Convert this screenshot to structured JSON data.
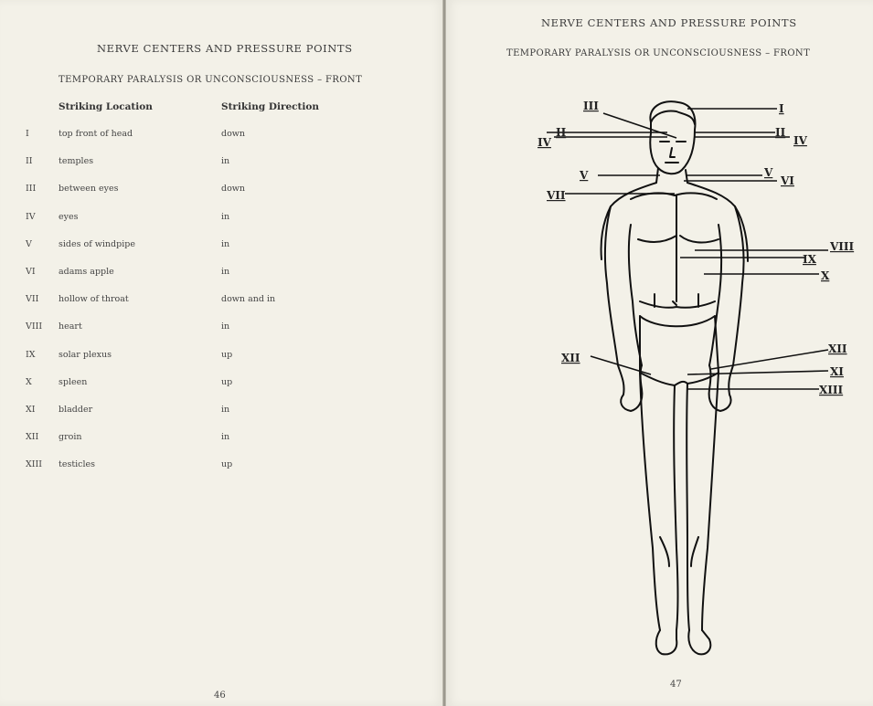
{
  "left_page": {
    "title": "NERVE CENTERS AND PRESSURE POINTS",
    "subtitle": "TEMPORARY PARALYSIS OR UNCONSCIOUSNESS – FRONT",
    "columns": {
      "location": "Striking Location",
      "direction": "Striking Direction"
    },
    "rows": [
      {
        "num": "I",
        "location": "top front of head",
        "direction": "down"
      },
      {
        "num": "II",
        "location": "temples",
        "direction": "in"
      },
      {
        "num": "III",
        "location": "between eyes",
        "direction": "down"
      },
      {
        "num": "IV",
        "location": "eyes",
        "direction": "in"
      },
      {
        "num": "V",
        "location": "sides of windpipe",
        "direction": "in"
      },
      {
        "num": "VI",
        "location": "adams apple",
        "direction": "in"
      },
      {
        "num": "VII",
        "location": "hollow of throat",
        "direction": "down and in"
      },
      {
        "num": "VIII",
        "location": "heart",
        "direction": "in"
      },
      {
        "num": "IX",
        "location": "solar plexus",
        "direction": "up"
      },
      {
        "num": "X",
        "location": "spleen",
        "direction": "up"
      },
      {
        "num": "XI",
        "location": "bladder",
        "direction": "in"
      },
      {
        "num": "XII",
        "location": "groin",
        "direction": "in"
      },
      {
        "num": "XIII",
        "location": "testicles",
        "direction": "up"
      }
    ],
    "page_number": "46"
  },
  "right_page": {
    "title": "NERVE CENTERS AND PRESSURE POINTS",
    "subtitle": "TEMPORARY PARALYSIS OR UNCONSCIOUSNESS – FRONT",
    "figure_labels": {
      "I": "I",
      "II_left": "II",
      "II_right": "II",
      "III": "III",
      "IV_left": "IV",
      "IV_right": "IV",
      "V_left": "V",
      "V_right": "V",
      "VI": "VI",
      "VII": "VII",
      "VIII": "VIII",
      "IX": "IX",
      "X": "X",
      "XI": "XI",
      "XII_left": "XII",
      "XII_right": "XII",
      "XIII": "XIII"
    },
    "page_number": "47"
  }
}
